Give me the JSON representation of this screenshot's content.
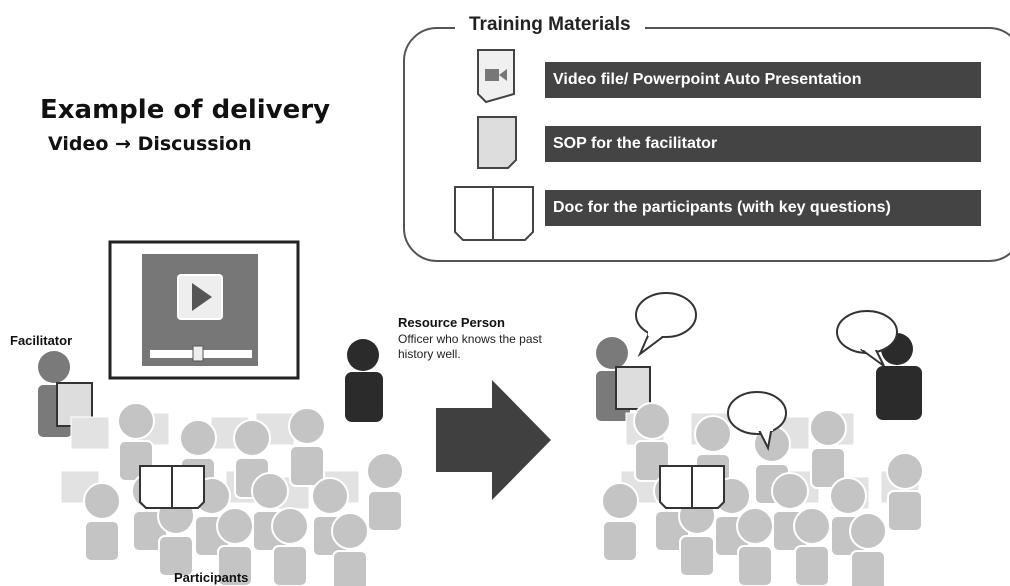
{
  "heading": {
    "title": "Example of delivery",
    "subtitle": "Video → Discussion"
  },
  "training_materials": {
    "title": "Training Materials",
    "items": [
      {
        "icon": "video-file-icon",
        "label": "Video file/ Powerpoint Auto Presentation"
      },
      {
        "icon": "document-icon",
        "label": "SOP for the facilitator"
      },
      {
        "icon": "open-book-icon",
        "label": "Doc for the participants (with key questions)"
      }
    ]
  },
  "scene": {
    "facilitator_label": "Facilitator",
    "resource_person_label": "Resource Person",
    "resource_person_desc": "Officer who knows the past history well.",
    "participants_label": "Participants",
    "colors": {
      "participant": "#c8c8c8",
      "participant_back": "#e0e0e0",
      "facilitator": "#7a7a7a",
      "resource_person": "#2b2b2b",
      "arrow": "#404040"
    }
  }
}
